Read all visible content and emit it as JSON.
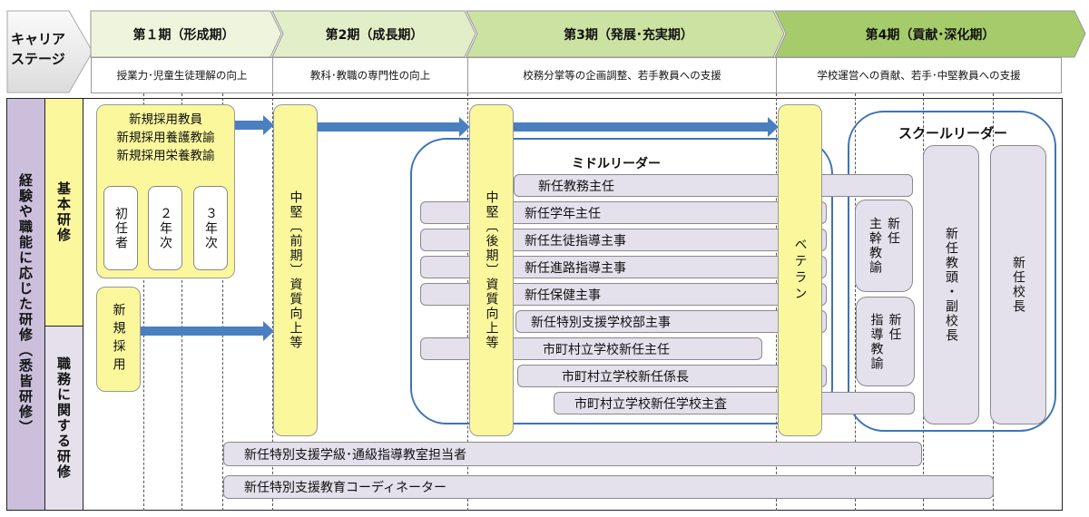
{
  "header": {
    "corner_label": "キャリア\nステージ",
    "phases": [
      {
        "title": "第１期（形成期）",
        "desc": "授業力･児童生徒理解の向上",
        "color": "#eef5dc"
      },
      {
        "title": "第2期（成長期）",
        "desc": "教科･教職の専門性の向上",
        "color": "#e2eec8"
      },
      {
        "title": "第3期（発展･充実期）",
        "desc": "校務分掌等の企画調整、若手教員への支援",
        "color": "#cce2a2"
      },
      {
        "title": "第4期（貢献･深化期）",
        "desc": "学校運営への貢献、若手･中堅教員への支援",
        "color": "#a6cb6a"
      }
    ]
  },
  "left": {
    "main_label": "経験や職能に応じた研修（悉皆研修）",
    "basic_label": "基本研修",
    "duty_label": "職務に関する研修"
  },
  "basic": {
    "new_hire_box": "新規採用教員\n新規採用養護教諭\n新規採用栄養教諭",
    "years": [
      "初任者",
      "２年次",
      "３年次"
    ],
    "new_hire_small": "新規採用",
    "mid_early": "中堅〔前期〕資質向上等",
    "mid_late": "中堅〔後期〕資質向上等",
    "veteran": "ベテラン"
  },
  "middle_leader": {
    "title": "ミドルリーダー",
    "bars": [
      "新任教務主任",
      "新任学年主任",
      "新任生徒指導主事",
      "新任進路指導主事",
      "新任保健主事",
      "新任特別支援学校部主事",
      "市町村立学校新任主任",
      "市町村立学校新任係長",
      "市町村立学校新任学校主査"
    ]
  },
  "school_leader": {
    "title": "スクールリーダー",
    "items": [
      "新任\n主幹教諭",
      "新任\n指導教諭",
      "新任教頭・副校長",
      "新任校長"
    ]
  },
  "bottom_bars": [
    "新任特別支援学級･通級指導教室担当者",
    "新任特別支援教育コーディネーター"
  ],
  "colors": {
    "yellow": "#fbf79c",
    "lavender": "#e4e0ec",
    "arrow": "#4a7fc0",
    "left_purple": "#cbbfdc"
  }
}
